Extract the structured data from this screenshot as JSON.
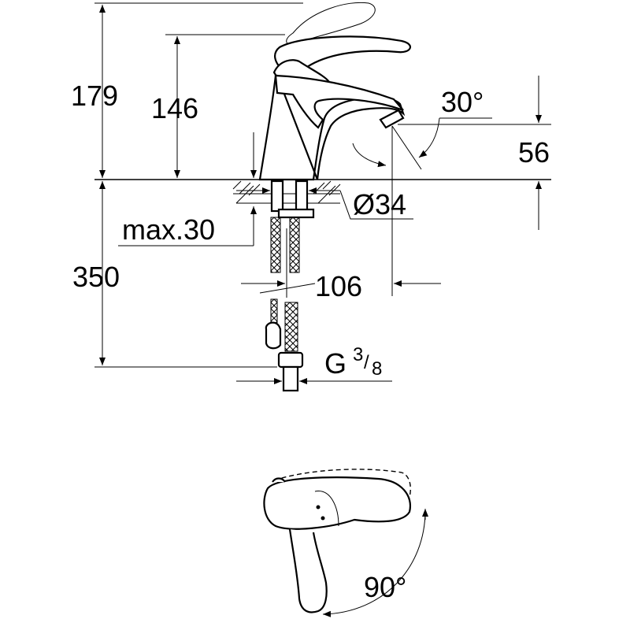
{
  "dimensions": {
    "total_height": "179",
    "handle_height": "146",
    "spout_height": "56",
    "spout_angle": "30°",
    "deck_thickness": "max.30",
    "hole_diameter": "Ø34",
    "hose_length": "350",
    "spout_reach": "106",
    "thread": "G",
    "thread_num": "3",
    "thread_den": "8",
    "handle_rotation": "90°"
  },
  "colors": {
    "line": "#000000",
    "background": "#ffffff"
  }
}
